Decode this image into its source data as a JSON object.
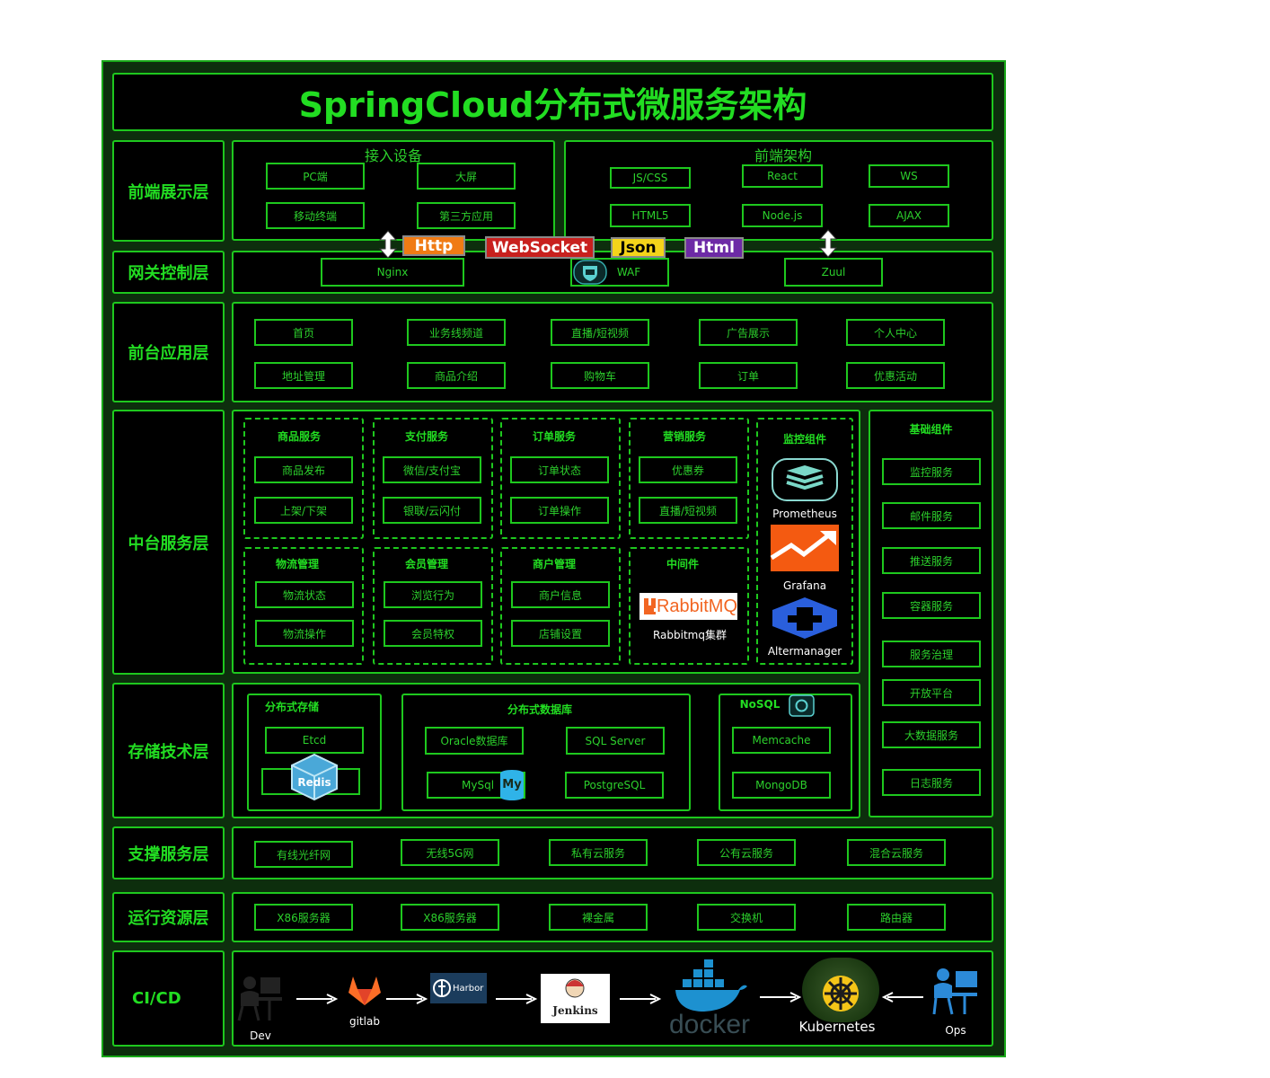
{
  "title": "SpringCloud分布式微服务架构",
  "layers": {
    "frontend": "前端展示层",
    "gateway": "网关控制层",
    "app": "前台应用层",
    "middle": "中台服务层",
    "storage": "存储技术层",
    "support": "支撑服务层",
    "runtime": "运行资源层",
    "cicd": "CI/CD"
  },
  "frontend": {
    "devices_title": "接入设备",
    "devices": [
      "PC端",
      "大屏",
      "移动终端",
      "第三方应用"
    ],
    "arch_title": "前端架构",
    "arch": [
      "JS/CSS",
      "React",
      "WS",
      "HTML5",
      "Node.js",
      "AJAX"
    ]
  },
  "protocols": [
    "Http",
    "WebSocket",
    "Json",
    "Html"
  ],
  "gateway": [
    "Nginx",
    "WAF",
    "Zuul"
  ],
  "app": [
    "首页",
    "业务线频道",
    "直播/短视频",
    "广告展示",
    "个人中心",
    "地址管理",
    "商品介绍",
    "购物车",
    "订单",
    "优惠活动"
  ],
  "middle": {
    "groups": [
      {
        "title": "商品服务",
        "items": [
          "商品发布",
          "上架/下架"
        ]
      },
      {
        "title": "支付服务",
        "items": [
          "微信/支付宝",
          "银联/云闪付"
        ]
      },
      {
        "title": "订单服务",
        "items": [
          "订单状态",
          "订单操作"
        ]
      },
      {
        "title": "营销服务",
        "items": [
          "优惠券",
          "直播/短视频"
        ]
      },
      {
        "title": "物流管理",
        "items": [
          "物流状态",
          "物流操作"
        ]
      },
      {
        "title": "会员管理",
        "items": [
          "浏览行为",
          "会员特权"
        ]
      },
      {
        "title": "商户管理",
        "items": [
          "商户信息",
          "店铺设置"
        ]
      }
    ],
    "middleware_title": "中间件",
    "rabbit_logo": "RabbitMQ",
    "rabbit_label": "Rabbitmq集群",
    "monitor_title": "监控组件",
    "monitor": [
      "Prometheus",
      "Grafana",
      "Altermanager"
    ]
  },
  "base": {
    "title": "基础组件",
    "items": [
      "监控服务",
      "邮件服务",
      "推送服务",
      "容器服务",
      "服务治理",
      "开放平台",
      "大数据服务",
      "日志服务"
    ]
  },
  "storage": {
    "dist_title": "分布式存储",
    "dist": [
      "Etcd"
    ],
    "redis_logo": "Redis",
    "db_title": "分布式数据库",
    "db": [
      "Oracle数据库",
      "SQL Server",
      "MySql",
      "PostgreSQL"
    ],
    "mysql_logo": "My",
    "nosql_title": "NoSQL",
    "nosql": [
      "Memcache",
      "MongoDB"
    ]
  },
  "support": [
    "有线光纤网",
    "无线5G网",
    "私有云服务",
    "公有云服务",
    "混合云服务"
  ],
  "runtime": [
    "X86服务器",
    "X86服务器",
    "裸金属",
    "交换机",
    "路由器"
  ],
  "cicd": {
    "dev": "Dev",
    "gitlab": "gitlab",
    "harbor": "Harbor",
    "jenkins": "Jenkins",
    "docker": "docker",
    "k8s": "Kubernetes",
    "ops": "Ops"
  },
  "colors": {
    "green": "#1ec81e",
    "frame": "#0d2e0d",
    "http": "#f07b14",
    "websocket": "#c8201e",
    "json": "#f5d41a",
    "html": "#6d2aa6"
  }
}
